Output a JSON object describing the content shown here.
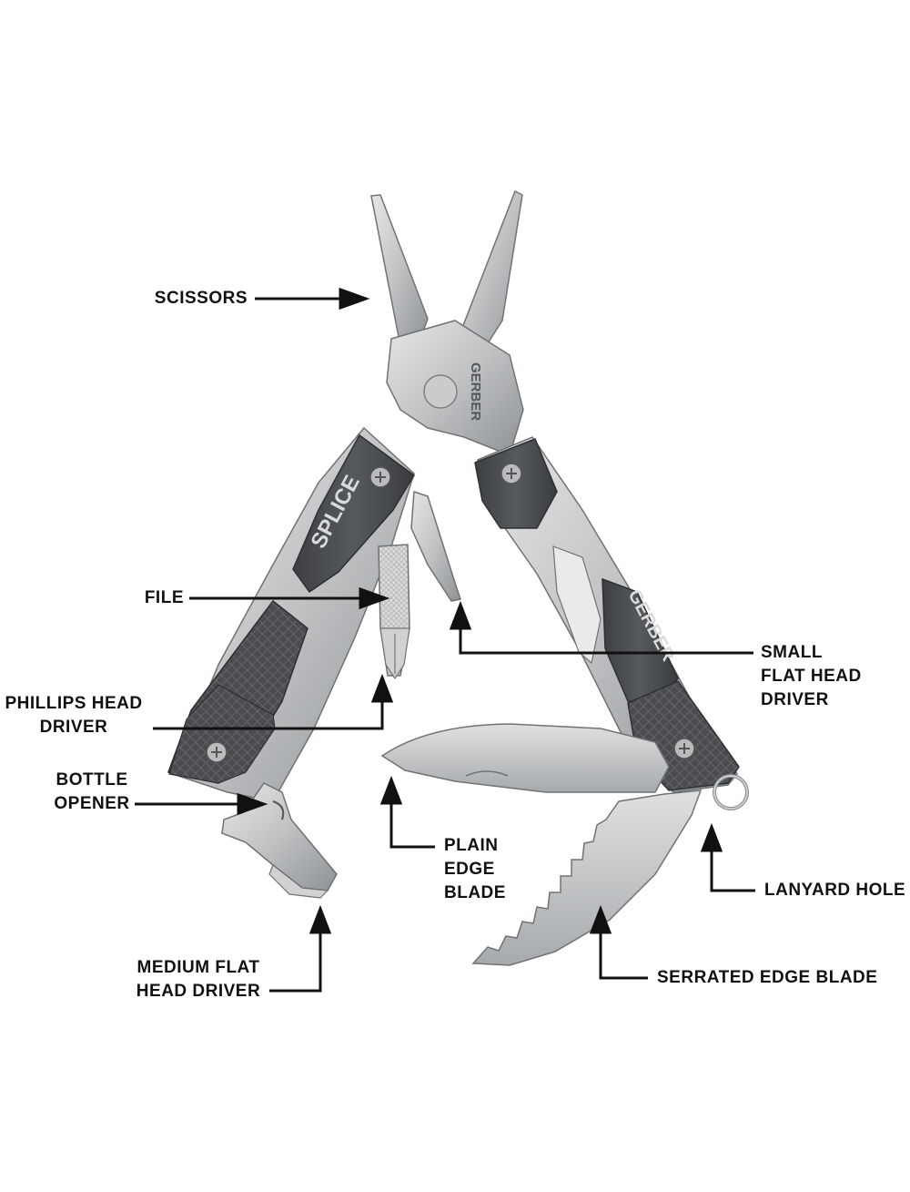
{
  "labels": {
    "scissors": "SCISSORS",
    "file": "FILE",
    "phillips": [
      "PHILLIPS HEAD",
      "DRIVER"
    ],
    "bottle": [
      "BOTTLE",
      "OPENER"
    ],
    "medium_flat": [
      "MEDIUM FLAT",
      "HEAD DRIVER"
    ],
    "small_flat": [
      "SMALL",
      "FLAT HEAD",
      "DRIVER"
    ],
    "plain_blade": [
      "PLAIN",
      "EDGE",
      "BLADE"
    ],
    "lanyard": "LANYARD HOLE",
    "serrated": "SERRATED EDGE BLADE"
  },
  "branding": {
    "left_handle": "SPLICE",
    "right_handle": "GERBER",
    "scissors_pivot": "GERBER"
  },
  "colors": {
    "handle_dark": "#4a4c50",
    "steel": "#c2c4c6",
    "steel_dark": "#8e9194",
    "text": "#111111"
  }
}
